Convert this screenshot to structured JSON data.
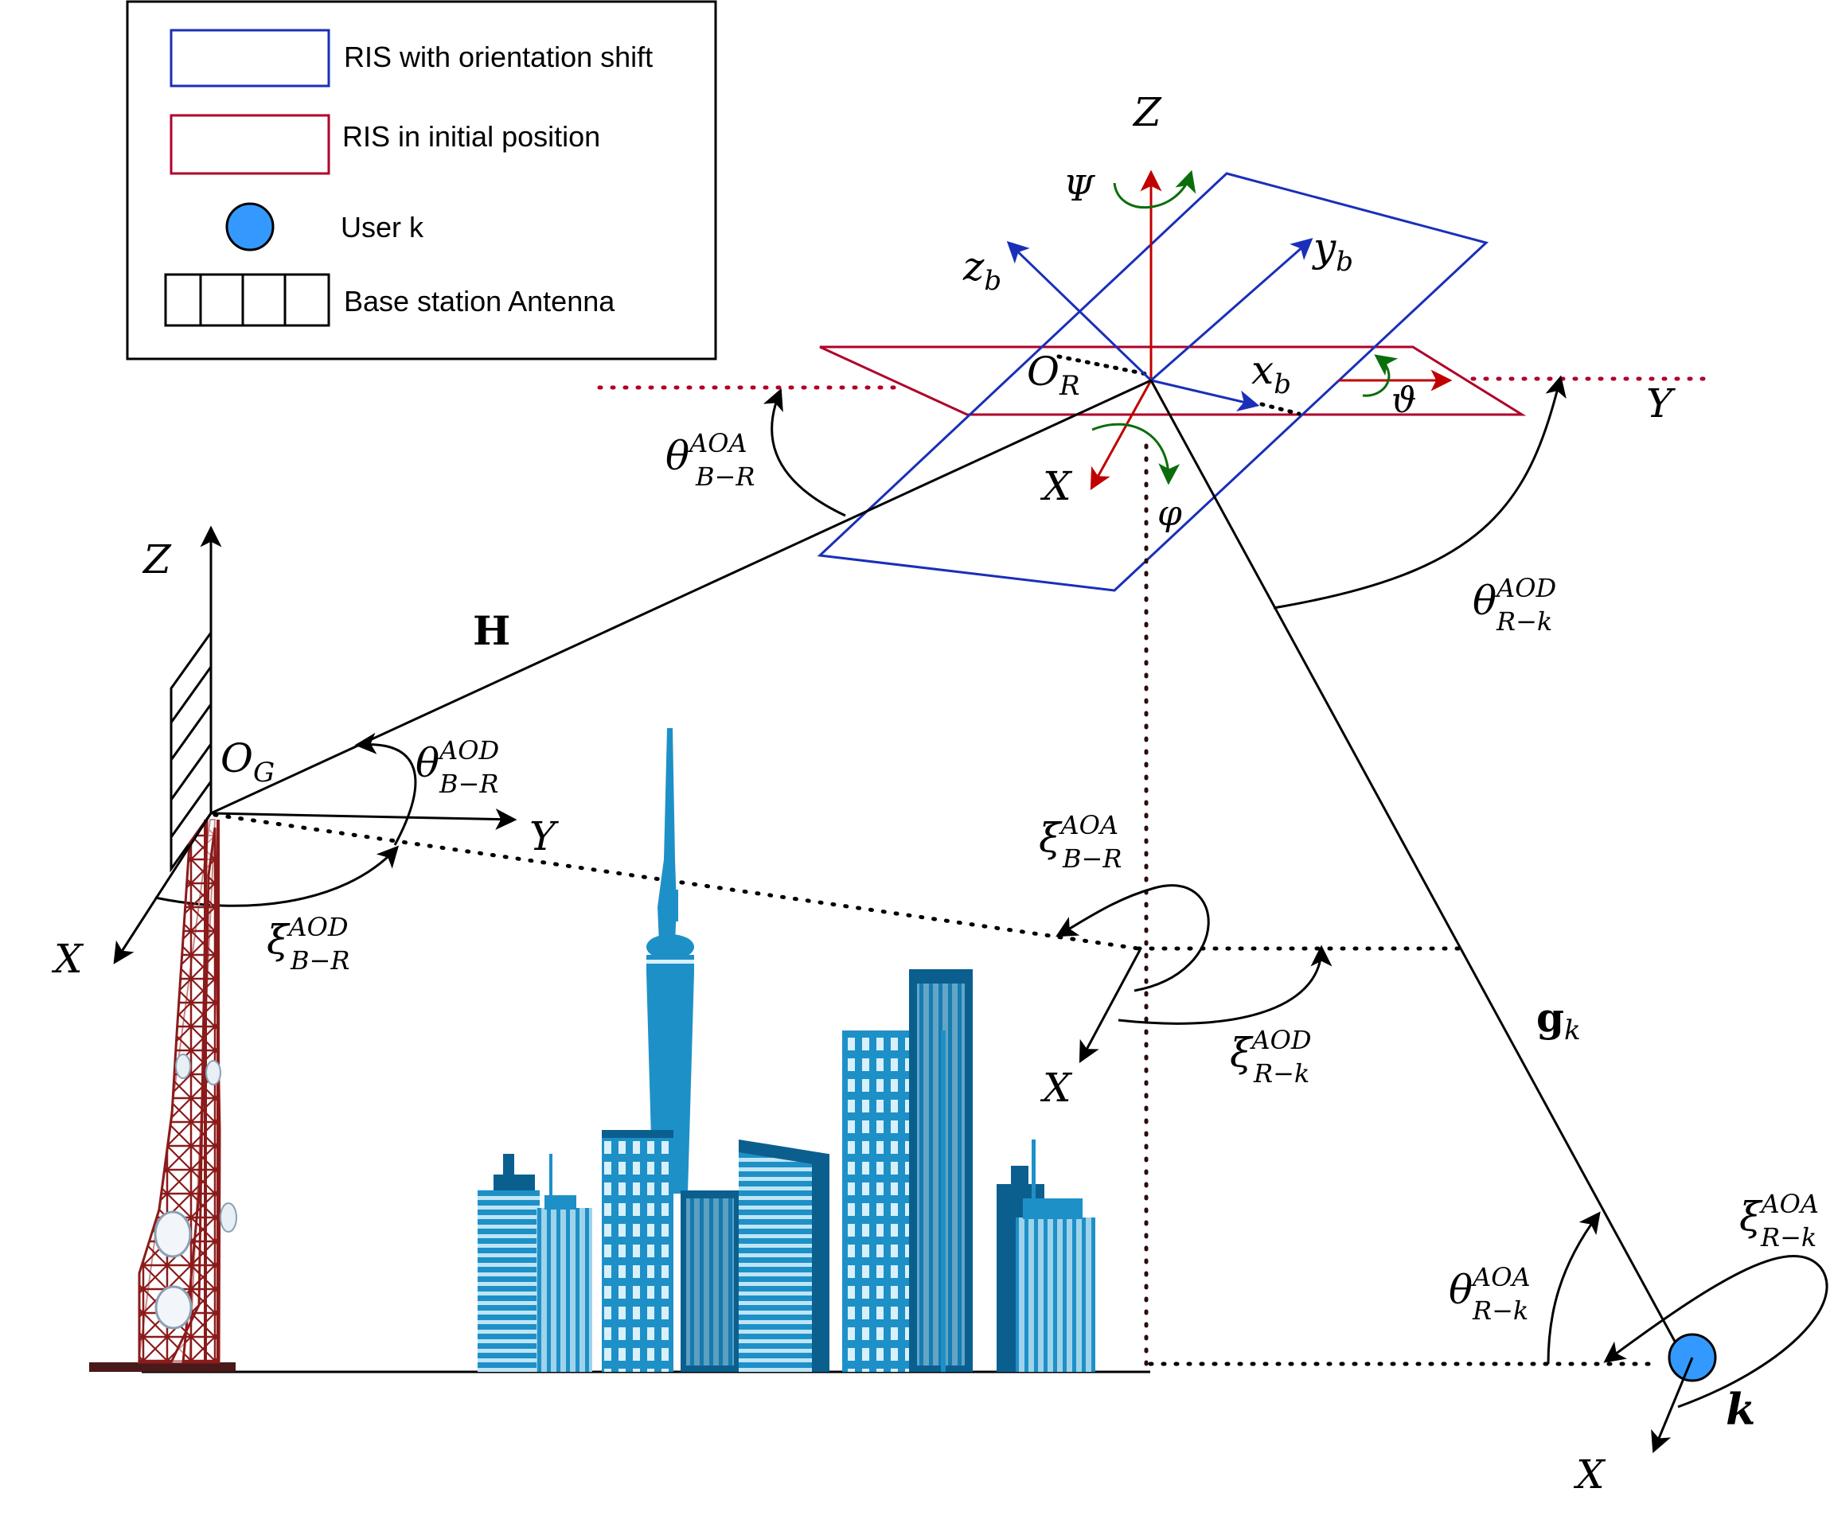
{
  "legend": {
    "items": [
      {
        "label": "RIS with orientation shift"
      },
      {
        "label": "RIS in initial position"
      },
      {
        "label": "User k"
      },
      {
        "label": "Base station Antenna"
      }
    ]
  },
  "colors": {
    "blue_ris": "#1a2fb8",
    "red_ris": "#b0002a",
    "green_rot": "#0a6e0a",
    "user": "#3399ff",
    "tower_red": "#8b1a1a",
    "city_blue": "#1e90c8",
    "city_dark": "#0b5f8f",
    "city_light": "#9fd3ea",
    "dotted_dark": "#2b0c0c"
  },
  "labels": {
    "ris_Z": "Z",
    "ris_Psi": "Ψ",
    "ris_zb": "z",
    "ris_zb_sub": "b",
    "ris_yb": "y",
    "ris_yb_sub": "b",
    "ris_OR": "O",
    "ris_OR_sub": "R",
    "ris_xb": "x",
    "ris_xb_sub": "b",
    "ris_vartheta": "ϑ",
    "ris_Y": "Y",
    "ris_X": "X",
    "ris_varphi": "φ",
    "bs_Z": "Z",
    "bs_OG": "O",
    "bs_OG_sub": "G",
    "bs_Y": "Y",
    "bs_X": "X",
    "proj_X": "X",
    "user_X": "X",
    "user_k": "k",
    "H": "H",
    "g": "g",
    "g_sub": "k"
  },
  "angles": {
    "theta_aoa_br": {
      "sym": "θ",
      "sup": "AOA",
      "sub": "B−R"
    },
    "theta_aod_rk": {
      "sym": "θ",
      "sup": "AOD",
      "sub": "R−k"
    },
    "theta_aod_br": {
      "sym": "θ",
      "sup": "AOD",
      "sub": "B−R"
    },
    "xi_aod_br": {
      "sym": "ξ",
      "sup": "AOD",
      "sub": "B−R"
    },
    "xi_aoa_br": {
      "sym": "ξ",
      "sup": "AOA",
      "sub": "B−R"
    },
    "xi_aod_rk": {
      "sym": "ξ",
      "sup": "AOD",
      "sub": "R−k"
    },
    "theta_aoa_rk": {
      "sym": "θ",
      "sup": "AOA",
      "sub": "R−k"
    },
    "xi_aoa_rk": {
      "sym": "ξ",
      "sup": "AOA",
      "sub": "R−k"
    }
  }
}
